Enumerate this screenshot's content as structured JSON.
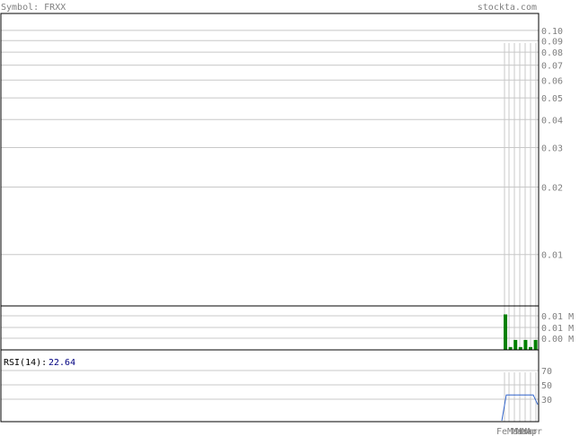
{
  "header": {
    "symbol_label": "Symbol: FRXX",
    "site": "stockta.com"
  },
  "colors": {
    "label": "#808080",
    "grid": "#c8c8c8",
    "frame": "#000000",
    "volume_bar": "#008000",
    "rsi_line": "#3366cc",
    "rsi_value": "#000080"
  },
  "chart_data": [
    {
      "type": "line",
      "name": "price",
      "scale": "log",
      "yticks": [
        0.1,
        0.09,
        0.08,
        0.07,
        0.06,
        0.05,
        0.04,
        0.03,
        0.02,
        0.01
      ],
      "ytick_labels": [
        "0.10",
        "0.09",
        "0.08",
        "0.07",
        "0.06",
        "0.05",
        "0.04",
        "0.03",
        "0.02",
        "0.01"
      ],
      "ylim": [
        0.0059,
        0.119
      ],
      "x": [],
      "values": [],
      "grid": true
    },
    {
      "type": "bar",
      "name": "volume",
      "yticks": [
        0.01,
        0.005,
        0
      ],
      "ytick_labels": [
        "0.01 M",
        "0.01 M",
        "0.00 M"
      ],
      "ylim": [
        0,
        0.0155
      ],
      "values": [
        0.0125,
        0.001,
        0.0035,
        0.001,
        0.0035,
        0.001,
        0.0035
      ],
      "grid": true
    },
    {
      "type": "line",
      "name": "rsi",
      "label": "RSI(14):",
      "current_value": "22.64",
      "yticks": [
        70,
        50,
        30
      ],
      "ytick_labels": [
        "70",
        "50",
        "30"
      ],
      "ylim": [
        0,
        100
      ],
      "values": [
        0,
        36,
        36,
        36,
        36,
        36,
        36,
        36,
        22.64
      ],
      "grid": true
    }
  ],
  "xaxis": {
    "labels": [
      "Fe",
      "Mar",
      "Mar",
      "Mar",
      "Mar",
      "Apr"
    ],
    "label_text": "FeMarMarMarMarApr"
  }
}
